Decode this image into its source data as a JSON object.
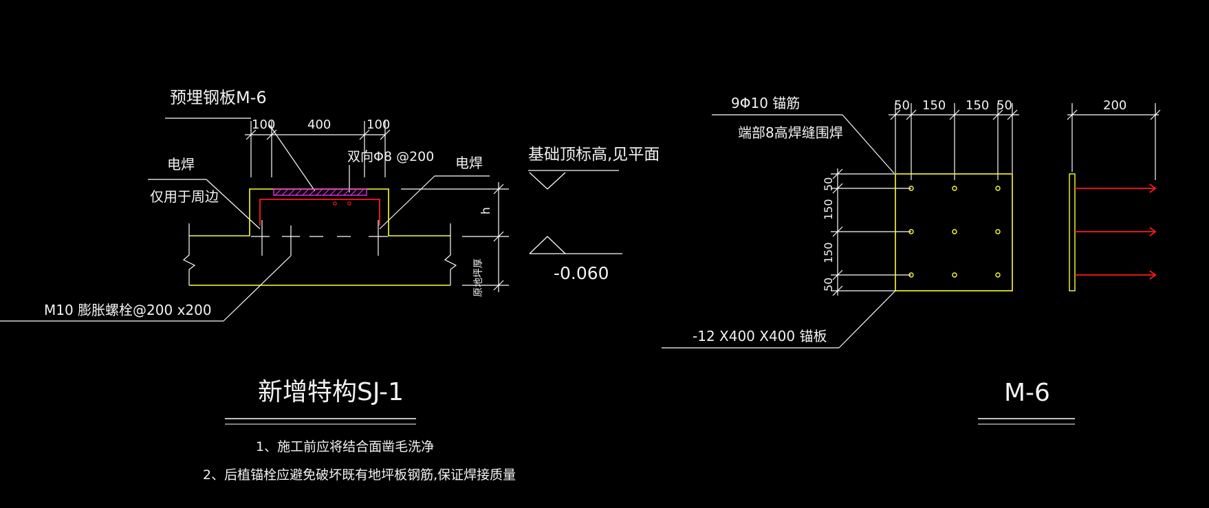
{
  "colors": {
    "background": "#000000",
    "text": "#f2f2f2",
    "leader": "#ffffff",
    "dimension": "#ffffff",
    "concrete": "#ffff33",
    "rebar": "#ff1a1a",
    "plate_hatch": "#ff33ff",
    "anchor": "#ffff33"
  },
  "left_detail": {
    "embedded_plate_label": "预埋钢板M-6",
    "dimensions": [
      "100",
      "400",
      "100"
    ],
    "weld_label": "电焊",
    "weld_note": "仅用于周边",
    "rebar_label": "双向Φ8 @200",
    "weld_label_right": "电焊",
    "elevation_note": "基础顶标高,见平面",
    "elevation_dim": "h",
    "elevation_value": "-0.060",
    "slab_thickness_label": "原地坪厚",
    "bolt_label": "M10 膨胀螺栓@200 x200",
    "title": "新增特构SJ-1",
    "notes": [
      "1、施工前应将结合面凿毛洗净",
      "2、后植锚栓应避免破坏既有地坪板钢筋,保证焊接质量"
    ]
  },
  "right_detail": {
    "anchor_label": "9Φ10 锚筋",
    "weld_note": "端部8高焊缝围焊",
    "top_dimensions": [
      "50",
      "150",
      "150",
      "50"
    ],
    "left_dimensions": [
      "50",
      "150",
      "150",
      "50"
    ],
    "side_dimension": "200",
    "plate_label": "-12 X400 X400 锚板",
    "title": "M-6"
  }
}
